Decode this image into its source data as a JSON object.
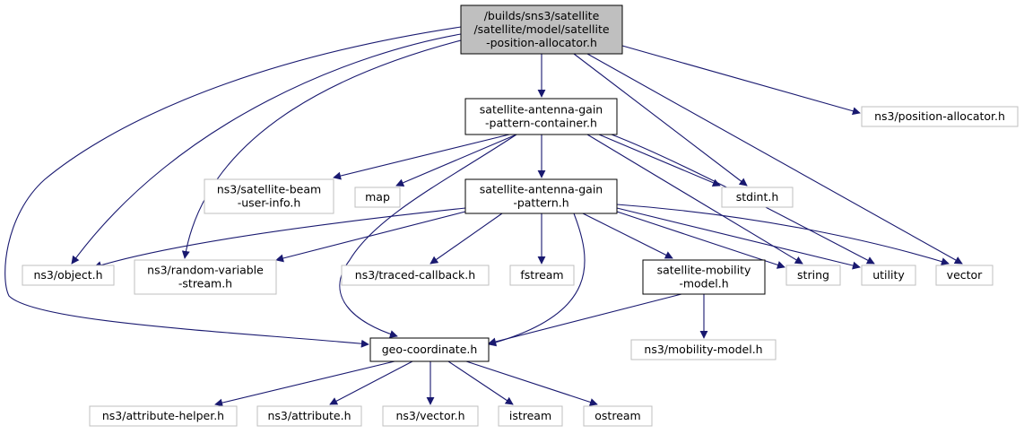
{
  "colors": {
    "edge": "#191970",
    "root_fill": "#bfbfbf",
    "root_border": "#000000",
    "internal_border": "#000000",
    "external_border": "#bfbfbf",
    "text": "#000000",
    "background": "#ffffff"
  },
  "nodes": [
    {
      "id": "root",
      "kind": "root",
      "lines": [
        "/builds/sns3/satellite",
        "/satellite/model/satellite",
        "-position-allocator.h"
      ]
    },
    {
      "id": "container",
      "kind": "internal",
      "lines": [
        "satellite-antenna-gain",
        "-pattern-container.h"
      ]
    },
    {
      "id": "pos_alloc",
      "kind": "external",
      "lines": [
        "ns3/position-allocator.h"
      ]
    },
    {
      "id": "beam_info",
      "kind": "external",
      "lines": [
        "ns3/satellite-beam",
        "-user-info.h"
      ]
    },
    {
      "id": "map",
      "kind": "external",
      "lines": [
        "map"
      ]
    },
    {
      "id": "pattern",
      "kind": "internal",
      "lines": [
        "satellite-antenna-gain",
        "-pattern.h"
      ]
    },
    {
      "id": "stdint",
      "kind": "external",
      "lines": [
        "stdint.h"
      ]
    },
    {
      "id": "object",
      "kind": "external",
      "lines": [
        "ns3/object.h"
      ]
    },
    {
      "id": "random",
      "kind": "external",
      "lines": [
        "ns3/random-variable",
        "-stream.h"
      ]
    },
    {
      "id": "traced",
      "kind": "external",
      "lines": [
        "ns3/traced-callback.h"
      ]
    },
    {
      "id": "fstream",
      "kind": "external",
      "lines": [
        "fstream"
      ]
    },
    {
      "id": "mobility",
      "kind": "internal",
      "lines": [
        "satellite-mobility",
        "-model.h"
      ]
    },
    {
      "id": "string",
      "kind": "external",
      "lines": [
        "string"
      ]
    },
    {
      "id": "utility",
      "kind": "external",
      "lines": [
        "utility"
      ]
    },
    {
      "id": "vector",
      "kind": "external",
      "lines": [
        "vector"
      ]
    },
    {
      "id": "geo",
      "kind": "internal",
      "lines": [
        "geo-coordinate.h"
      ]
    },
    {
      "id": "mob_model",
      "kind": "external",
      "lines": [
        "ns3/mobility-model.h"
      ]
    },
    {
      "id": "attr_helper",
      "kind": "external",
      "lines": [
        "ns3/attribute-helper.h"
      ]
    },
    {
      "id": "attribute",
      "kind": "external",
      "lines": [
        "ns3/attribute.h"
      ]
    },
    {
      "id": "vector_h",
      "kind": "external",
      "lines": [
        "ns3/vector.h"
      ]
    },
    {
      "id": "istream",
      "kind": "external",
      "lines": [
        "istream"
      ]
    },
    {
      "id": "ostream",
      "kind": "external",
      "lines": [
        "ostream"
      ]
    }
  ],
  "edges": [
    {
      "from": "root",
      "to": "container"
    },
    {
      "from": "root",
      "to": "pos_alloc"
    },
    {
      "from": "root",
      "to": "stdint"
    },
    {
      "from": "root",
      "to": "vector"
    },
    {
      "from": "root",
      "to": "object"
    },
    {
      "from": "root",
      "to": "random"
    },
    {
      "from": "root",
      "to": "geo"
    },
    {
      "from": "container",
      "to": "beam_info"
    },
    {
      "from": "container",
      "to": "map"
    },
    {
      "from": "container",
      "to": "pattern"
    },
    {
      "from": "container",
      "to": "stdint"
    },
    {
      "from": "container",
      "to": "string"
    },
    {
      "from": "container",
      "to": "utility"
    },
    {
      "from": "container",
      "to": "geo"
    },
    {
      "from": "pattern",
      "to": "object"
    },
    {
      "from": "pattern",
      "to": "random"
    },
    {
      "from": "pattern",
      "to": "traced"
    },
    {
      "from": "pattern",
      "to": "fstream"
    },
    {
      "from": "pattern",
      "to": "mobility"
    },
    {
      "from": "pattern",
      "to": "string"
    },
    {
      "from": "pattern",
      "to": "utility"
    },
    {
      "from": "pattern",
      "to": "vector"
    },
    {
      "from": "pattern",
      "to": "geo"
    },
    {
      "from": "mobility",
      "to": "geo"
    },
    {
      "from": "mobility",
      "to": "mob_model"
    },
    {
      "from": "geo",
      "to": "attr_helper"
    },
    {
      "from": "geo",
      "to": "attribute"
    },
    {
      "from": "geo",
      "to": "vector_h"
    },
    {
      "from": "geo",
      "to": "istream"
    },
    {
      "from": "geo",
      "to": "ostream"
    }
  ]
}
